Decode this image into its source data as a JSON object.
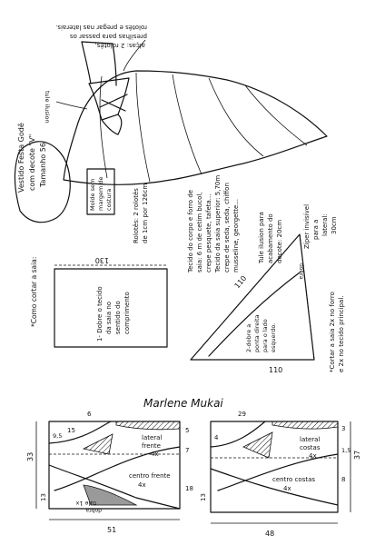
{
  "title": {
    "line1": "Vestido Festa Godê",
    "line2": "com decote \"V\"",
    "line3": "Tamanho 56"
  },
  "notes": {
    "top_instruction_1": "alças: 2 rolotês,",
    "top_instruction_2": "presilhas para passar os",
    "top_instruction_3": "rolotês e pregar nas laterais.",
    "mold_label": "Molde sem",
    "mold_label_2": "margem de",
    "mold_label_3": "costura",
    "rolotes_1": "Rolotês: 2 rolotês",
    "rolotes_2": "de 1cm por 126cm",
    "fabric_1": "Tecido do corpo e forro de",
    "fabric_2": "saia: 6 m de cetim bucol,",
    "fabric_3": "crepe pesquete, tafeta...",
    "fabric_4": "Tecido da saia superior: 5,70m",
    "fabric_5": "crepe de seda, seda, chiffon",
    "fabric_6": "musseline, georgette...",
    "tule_1": "Tule ilusion para",
    "tule_2": "acabamento do",
    "tule_3": "decote: 20cm",
    "zipper_1": "Zíper invisível",
    "zipper_2": "para a",
    "zipper_3": "lateral:",
    "zipper_4": "30cm",
    "tule_illusion_label": "tule ilusion",
    "cutting_heading": "*Como cortar a saia:",
    "fold_1": "1- Dobre o tecido",
    "fold_2": "da saia no",
    "fold_3": "sentido do",
    "fold_4": "comprimento",
    "fold_5": "2-dobre a",
    "fold_6": "ponta direita",
    "fold_7": "para o lado",
    "fold_8": "esquerdo.",
    "cut_note_1": "*Cortar a saia 2x no forro",
    "cut_note_2": "e 2x no tecido principal.",
    "signature": "Marlene Mukai"
  },
  "dimensions": {
    "rect_width": "130",
    "tri_side": "110",
    "tri_base": "110",
    "tri_fold": "dobra",
    "front_width": "51",
    "front_height": "33",
    "front_top": "6",
    "front_mid": "15",
    "front_left": "13",
    "front_a": "5",
    "front_b": "7",
    "front_c": "9,5",
    "front_d": "18",
    "back_width": "48",
    "back_height": "37",
    "back_top": "29",
    "back_left": "13",
    "back_a": "3",
    "back_b": "1,5",
    "back_c": "8",
    "back_d": "4"
  },
  "pieces": {
    "front_side": "lateral",
    "front_side_2": "frente",
    "front_side_count": "4x",
    "front_center": "centro frente",
    "front_center_count": "4x",
    "front_tule": "tule 1x",
    "front_fold": "dobra",
    "back_side": "lateral",
    "back_side_2": "costas",
    "back_side_count": "4x",
    "back_center": "centro costas",
    "back_center_count": "4x"
  }
}
